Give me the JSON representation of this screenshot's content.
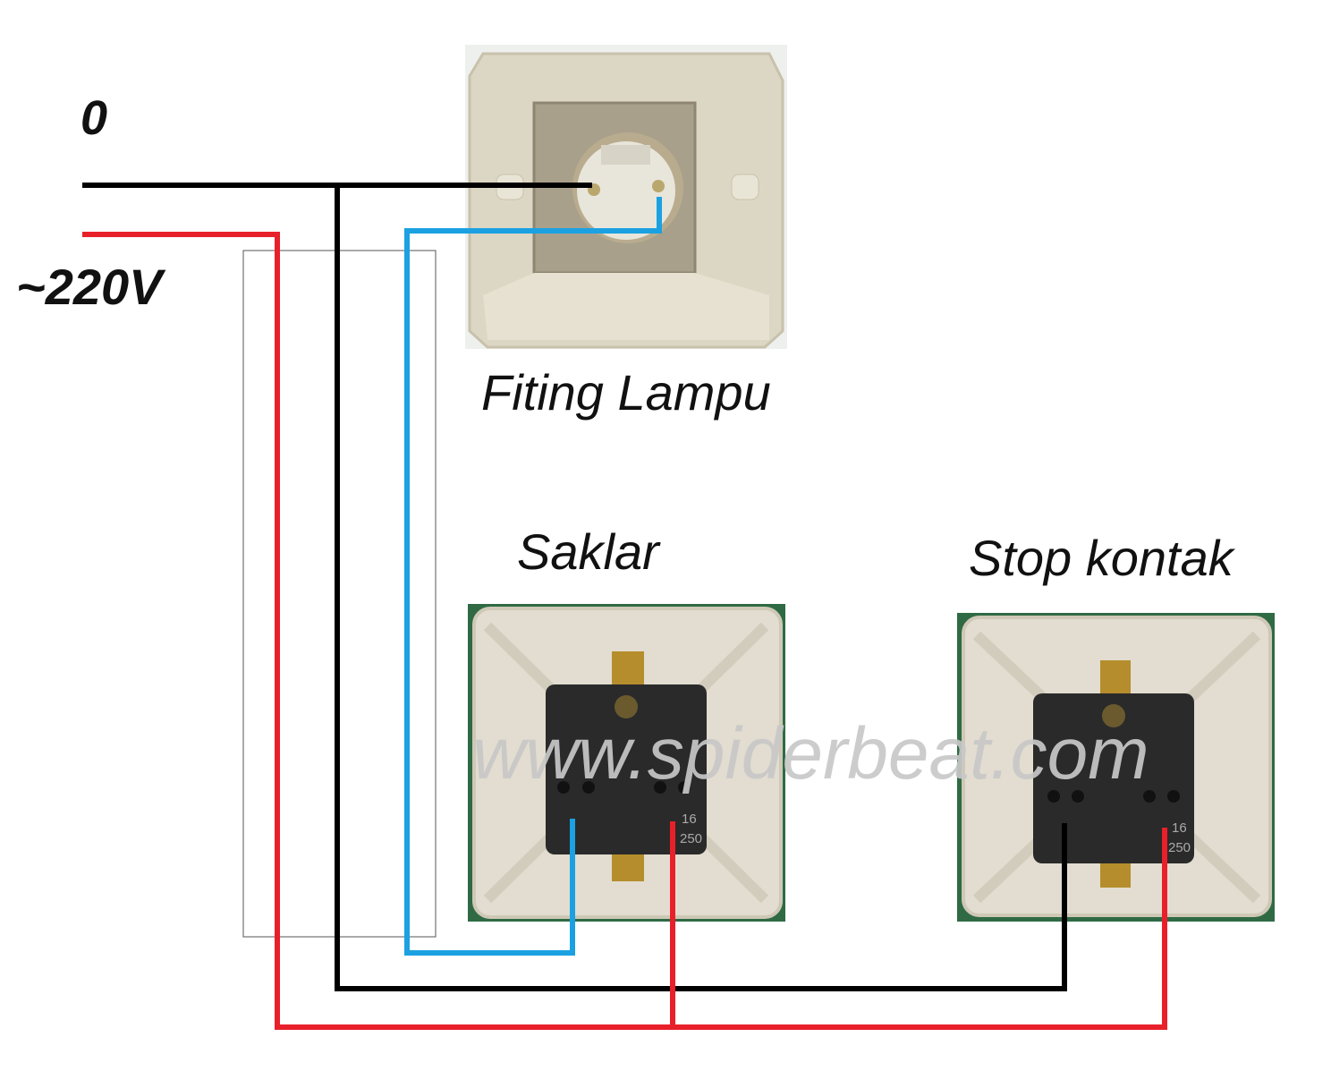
{
  "labels": {
    "neutral": "0",
    "phase": "~220V",
    "lamp": "Fiting Lampu",
    "switch": "Saklar",
    "socket": "Stop kontak"
  },
  "device_marking": {
    "top": "16",
    "bottom": "250"
  },
  "watermark": "www.spiderbeat.com",
  "colors": {
    "neutral_wire": "#000000",
    "phase_wire": "#e8202a",
    "switched_wire": "#1ba1e2",
    "housing": "#dcd6c4",
    "device_body": "#2a2a2a"
  }
}
